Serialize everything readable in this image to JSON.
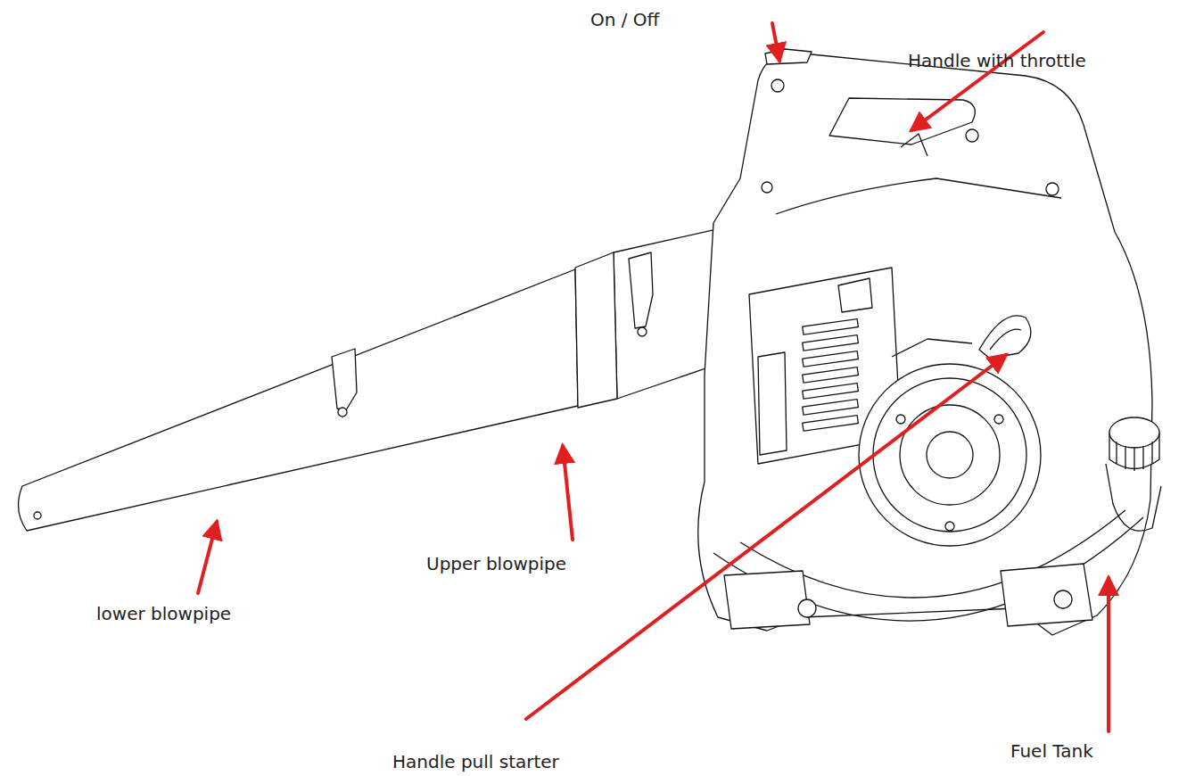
{
  "diagram": {
    "labels": [
      "On / Off",
      "Handle with throttle",
      "Upper blowpipe",
      "lower blowpipe",
      "Handle pull starter",
      "Fuel Tank"
    ]
  }
}
